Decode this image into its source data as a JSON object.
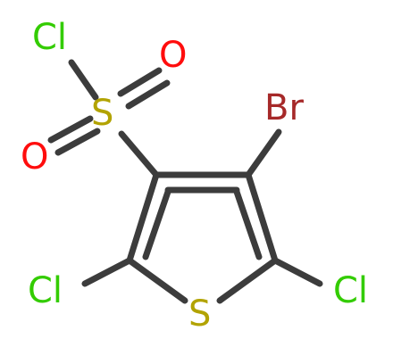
{
  "atoms": {
    "cl_sulfonyl": {
      "label": "Cl",
      "color": "#33cc00"
    },
    "o_top": {
      "label": "O",
      "color": "#ff0d0d"
    },
    "s_sulfonyl": {
      "label": "S",
      "color": "#b2a300"
    },
    "o_left": {
      "label": "O",
      "color": "#ff0d0d"
    },
    "br": {
      "label": "Br",
      "color": "#a62929"
    },
    "cl_left": {
      "label": "Cl",
      "color": "#33cc00"
    },
    "cl_right": {
      "label": "Cl",
      "color": "#33cc00"
    },
    "s_ring": {
      "label": "S",
      "color": "#b2a300"
    }
  },
  "bond_color": "#3c3c3c"
}
